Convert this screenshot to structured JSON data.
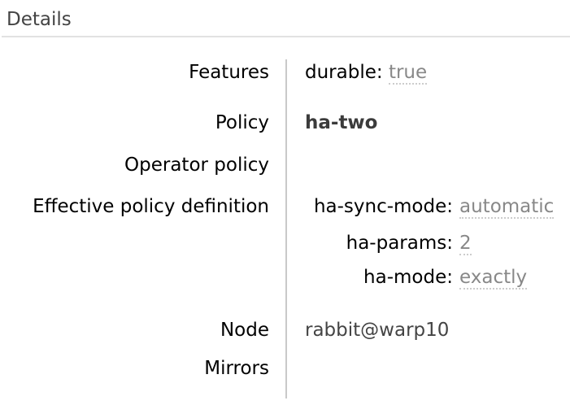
{
  "heading": {
    "title": "Details"
  },
  "facts": {
    "features": {
      "label": "Features",
      "pairs": [
        {
          "key": "durable:",
          "value": "true"
        }
      ]
    },
    "policy": {
      "label": "Policy",
      "value": "ha-two"
    },
    "operator_policy": {
      "label": "Operator policy",
      "value": ""
    },
    "effective_policy_definition": {
      "label": "Effective policy definition",
      "pairs": [
        {
          "key": "ha-sync-mode:",
          "value": "automatic"
        },
        {
          "key": "ha-params:",
          "value": "2"
        },
        {
          "key": "ha-mode:",
          "value": "exactly"
        }
      ]
    },
    "node": {
      "label": "Node",
      "value": "rabbit@warp10"
    },
    "mirrors": {
      "label": "Mirrors",
      "value": ""
    }
  },
  "colors": {
    "heading": "#444444",
    "label": "#000000",
    "abbr_value": "#888888",
    "dotted": "#cccccc",
    "policy_value": "#3b3b3b",
    "node_value": "#444444",
    "divider": "#c9c9c9",
    "rule": "#e2e2e2"
  }
}
